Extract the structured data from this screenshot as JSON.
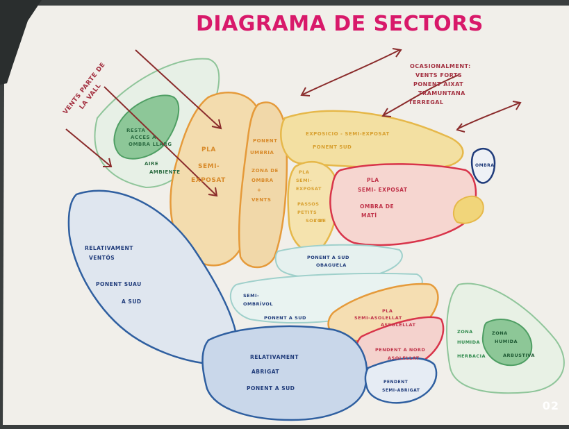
{
  "title": "DIAGRAMA DE SECTORS",
  "page_number": "02",
  "colors": {
    "title": "#d8196a",
    "orange": "#e7a23a",
    "yellow": "#e6c34a",
    "red": "#d8344a",
    "green": "#5cae6e",
    "teal": "#7ec9c5",
    "blue": "#2f5fa0",
    "navy": "#1f3b7a",
    "brown_arrow": "#8a2b2b",
    "paper": "#f2f0ec"
  },
  "annotations": {
    "vents_label": [
      "VENTS PARTE DE",
      "LA VALL"
    ],
    "top_right_text": [
      "OCASIONALMENT:",
      "VENTS FORTS",
      "PONENT AIXAT",
      "TRAMUNTANA",
      "TERREGAL"
    ]
  },
  "sectors": {
    "green_left_inner": [
      "RESTA",
      "ACCES A",
      "OMBRA LLARG"
    ],
    "green_left_outer": [
      "AIRE",
      "AMBIENTE"
    ],
    "pla_semi_exposat": [
      "PLA",
      "SEMI-",
      "EXPOSAT"
    ],
    "ponent_umbria": [
      "PONENT",
      "UMBRIA",
      "ZONA DE",
      "OMBRA",
      "+",
      "VENTS"
    ],
    "top_yellow": [
      "EXPOSICIO - SEMI-EXPOSAT",
      "PONENT SUD"
    ],
    "pla_semi_exposat_small": [
      "PLA",
      "SEMI-",
      "EXPOSAT",
      "PASSOS",
      "PETITS",
      "SOL DE",
      "TOT"
    ],
    "pla_semi_exposat_red": [
      "PLA",
      "SEMI- EXPOSAT",
      "OMBRA DE",
      "MATÍ"
    ],
    "ombra": [
      "OMBRA"
    ],
    "relativament_ventos": [
      "RELATIVAMENT",
      "VENTÓS",
      "PONENT SUAU",
      "A SUD"
    ],
    "ponent_sud_obaga": [
      "PONENT A SUD",
      "OBAGUELA"
    ],
    "semi_ombria": [
      "SEMI-",
      "OMBRÍVOL",
      "PONENT A SUD"
    ],
    "semi_assolellat": [
      "SEMI-ASOLELLAT",
      "PLA",
      "ASSOLELLAT"
    ],
    "relativament_abrigat": [
      "RELATIVAMENT",
      "ABRIGAT",
      "PONENT A SUD"
    ],
    "pendent_sud": [
      "PENDENT A NORD",
      "ASOLELLAT"
    ],
    "bottom_blue_small": [
      "PENDENT",
      "SEMI-ABRIGAT"
    ],
    "green_right_outer": [
      "ZONA",
      "HUMIDA",
      "HERBACIA"
    ],
    "green_right_inner": [
      "ZONA",
      "HUMIDA",
      "ARBUSTIVA"
    ]
  }
}
